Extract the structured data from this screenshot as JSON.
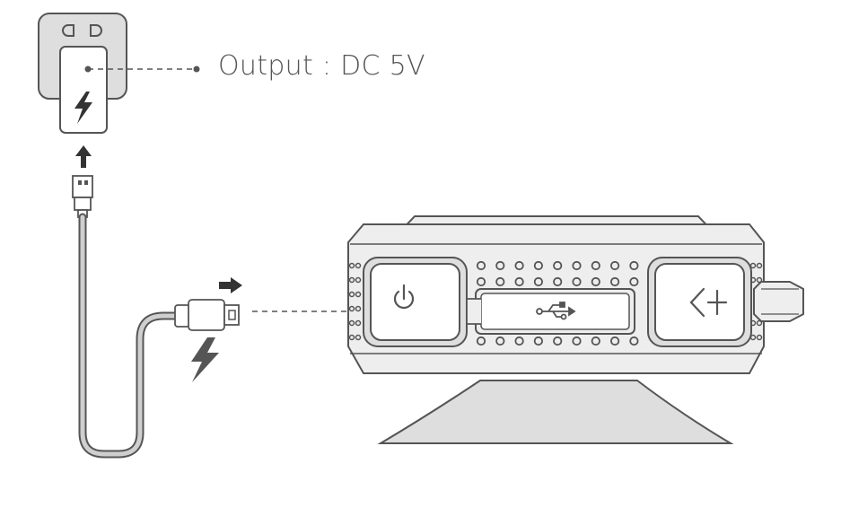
{
  "diagram": {
    "output_label": "Output : DC 5V",
    "elements": [
      {
        "name": "wall-adapter",
        "icon": "lightning-bolt-icon"
      },
      {
        "name": "usb-cable",
        "ends": [
          "usb-a-plug",
          "micro-usb-plug"
        ]
      },
      {
        "name": "speaker",
        "buttons": [
          "power-button-icon",
          "previous-volume-button-icon"
        ],
        "port": "usb-symbol-icon"
      },
      {
        "name": "suction-cup-base"
      }
    ],
    "colors": {
      "line": "#555555",
      "fill_light": "#eeeeee",
      "fill_mid": "#cfcfcf",
      "accent": "#333333"
    }
  }
}
